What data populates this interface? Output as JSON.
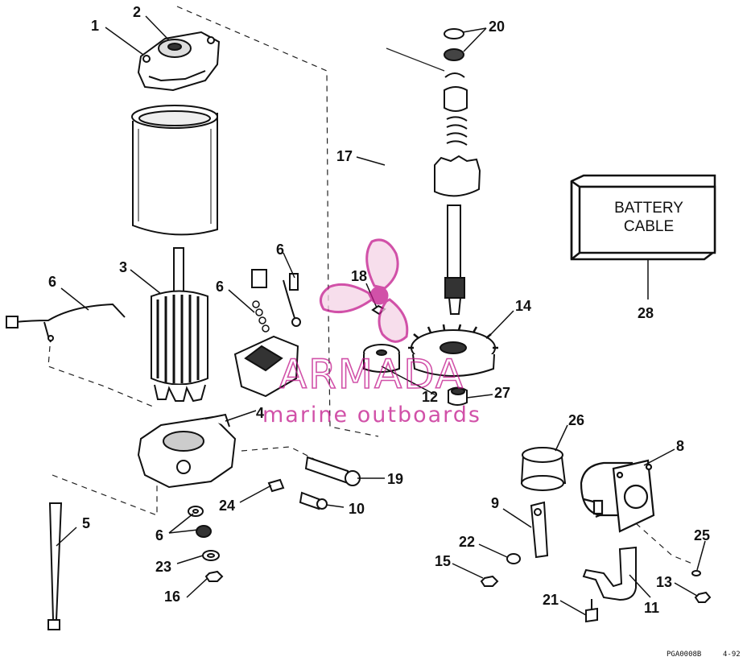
{
  "battery_box": {
    "line1": "BATTERY",
    "line2": "CABLE"
  },
  "watermark": {
    "brand": "ARMADA",
    "tagline": "marine outboards",
    "color": "#c2188c"
  },
  "drawing_code": "PGA0008B",
  "drawing_page": "4-92",
  "callouts": {
    "c1": "1",
    "c2": "2",
    "c3": "3",
    "c4": "4",
    "c5": "5",
    "c6a": "6",
    "c6b": "6",
    "c6c": "6",
    "c6d": "6",
    "c8": "8",
    "c9": "9",
    "c10": "10",
    "c11": "11",
    "c12": "12",
    "c13": "13",
    "c14": "14",
    "c15": "15",
    "c16": "16",
    "c17": "17",
    "c18": "18",
    "c19": "19",
    "c20": "20",
    "c21": "21",
    "c22": "22",
    "c23": "23",
    "c24": "24",
    "c25": "25",
    "c26": "26",
    "c27": "27",
    "c28": "28"
  }
}
